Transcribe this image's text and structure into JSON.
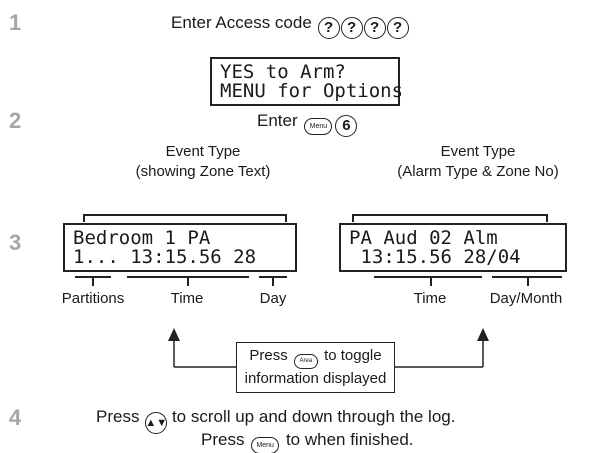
{
  "steps": [
    {
      "number": "1",
      "text_before": "Enter Access code",
      "keys": [
        "?",
        "?",
        "?",
        "?"
      ]
    },
    {
      "number": "2",
      "text_before": "Enter",
      "menu_key": "Menu",
      "digit_key": "6"
    },
    {
      "number": "3"
    },
    {
      "number": "4",
      "line1_before": "Press",
      "line1_after": "to scroll up and down through the log.",
      "line2_before": "Press",
      "line2_key": "Menu",
      "line2_after": "to when finished."
    }
  ],
  "lcd_top": {
    "line1": "YES to Arm?",
    "line2": "MENU for Options"
  },
  "left_display": {
    "header_line1": "Event Type",
    "header_line2": "(showing Zone Text)",
    "line1": "Bedroom 1 PA",
    "line2": "1... 13:15.56 28",
    "label_partitions": "Partitions",
    "label_time": "Time",
    "label_day": "Day"
  },
  "right_display": {
    "header_line1": "Event Type",
    "header_line2": "(Alarm Type & Zone No)",
    "line1": "PA Aud 02 Alm",
    "line2": " 13:15.56 28/04",
    "label_time": "Time",
    "label_daymonth": "Day/Month"
  },
  "callout": {
    "before": "Press",
    "key": "Area",
    "after": "to toggle",
    "line2": "information displayed"
  },
  "icons": {
    "scroll_key": "up-down-scroll-icon"
  }
}
